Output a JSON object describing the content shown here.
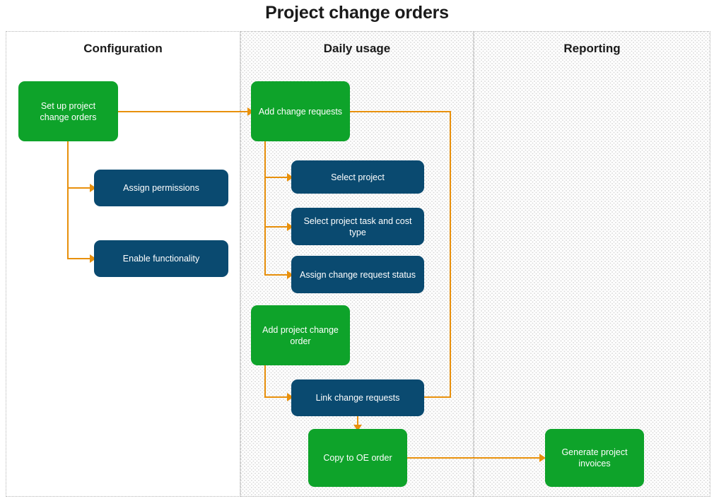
{
  "title": "Project change orders",
  "lanes": [
    {
      "id": "configuration",
      "label": "Configuration"
    },
    {
      "id": "daily-usage",
      "label": "Daily usage"
    },
    {
      "id": "reporting",
      "label": "Reporting"
    }
  ],
  "colors": {
    "green": "#0ea32a",
    "blue": "#0a4a70",
    "arrow": "#e8900c",
    "lane_border": "#b4b4b4",
    "text_dark": "#1a1a1a",
    "node_text": "#ffffff"
  },
  "nodes": {
    "setup_project_change_orders": "Set up project change orders",
    "assign_permissions": "Assign permissions",
    "enable_functionality": "Enable functionality",
    "add_change_requests": "Add change requests",
    "select_project": "Select project",
    "select_project_task_and_cost_type": "Select project task and cost type",
    "assign_change_request_status": "Assign change request status",
    "add_project_change_order": "Add project change order",
    "link_change_requests": "Link change requests",
    "copy_to_oe_order": "Copy to OE order",
    "generate_project_invoices": "Generate project invoices"
  }
}
